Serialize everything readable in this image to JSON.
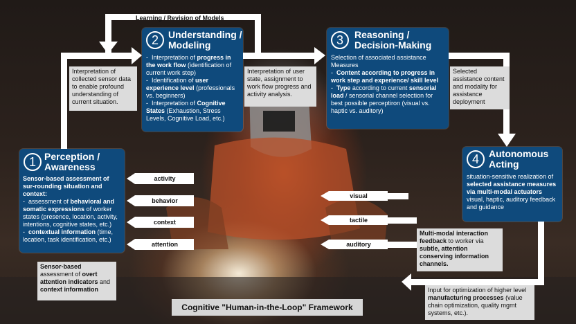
{
  "loop": {
    "label": "Learning / Revision of Models"
  },
  "box1": {
    "num": "1",
    "title": "Perception / Awareness",
    "intro": "Sensor-based assessment of sur-rounding situation and context:",
    "b1a": "assessment of ",
    "b1b": "behavioral and somatic expressions",
    "b1c": "of worker states (presence, location, activity, intentions, cognitive states, etc.)",
    "b2a": "contextual information",
    "b2b": "(time, location, task identification, etc.)"
  },
  "box2": {
    "num": "2",
    "title": "Understanding / Modeling",
    "b1a": "Interpretation of ",
    "b1b": "progress in the work flow",
    "b1c": "(identification of current work step)",
    "b2a": "Identification of ",
    "b2b": "user experience level",
    "b2c": "(professionals vs. beginners)",
    "b3a": "Interpretation of ",
    "b3b": "Cognitive States",
    "b3c": "(Exhaustion, Stress Levels, Cognitive Load, etc.)"
  },
  "box3": {
    "num": "3",
    "title": "Reasoning / Decision-Making",
    "intro": "Selection of associated assistance Measures",
    "b1a": "Content according to progress in work step and experience/ skill level",
    "b2a": "Type",
    "b2b": "according to current",
    "b2c": "sensorial load",
    "b2d": "/ sensorial channel selection for best possible percepti​ron (visual vs. haptic vs. auditory)"
  },
  "box4": {
    "num": "4",
    "title": "Autonomous Acting",
    "t1": "situation-sensitive realization of",
    "t2": "selected assistance measures via multi-modal actuators",
    "t3": "visual, haptic, auditory feedback and guidance"
  },
  "notes": {
    "n1": "Interpretation of collected sensor data to enable profound understanding of current situation.",
    "n2": "Interpretation of user state, assignment to work flow progress and activity analysis.",
    "n3": "Selected assistance content and modality for assistance deployment",
    "n4a": "Sensor-based",
    "n4b": "assessment of",
    "n4c": "overt attention indicators",
    "n4d": "and",
    "n4e": "context information",
    "n5a": "Multi-modal interaction feedback",
    "n5b": "to worker via",
    "n5c": "subtle, attention conserving information channels.",
    "n6a": "Input for optimization of higher level",
    "n6b": "manufacturing processes",
    "n6c": "(value chain optimization, quality mgmt systems, etc.)."
  },
  "inputs": [
    "activity",
    "behavior",
    "context",
    "attention"
  ],
  "outputs": [
    "visual",
    "tactile",
    "auditory"
  ],
  "title": "Cognitive \"Human-in-the-Loop\" Framework"
}
